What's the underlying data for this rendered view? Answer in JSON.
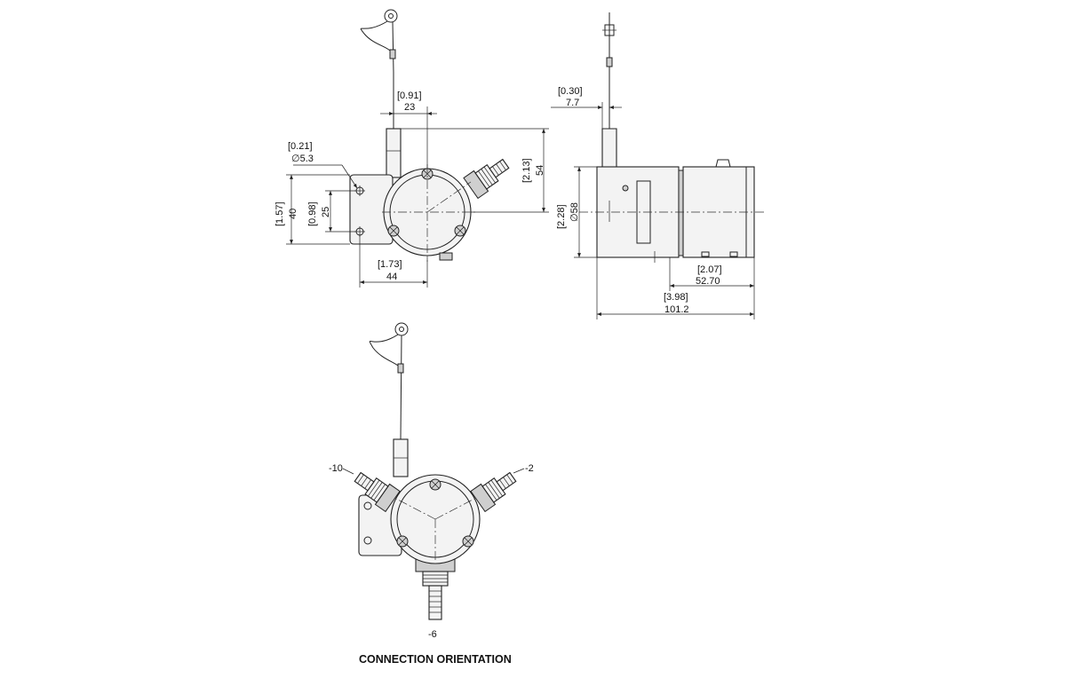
{
  "front_view": {
    "dim_hole": {
      "inch": "[0.21]",
      "mm": "∅5.3"
    },
    "dim_cable_offset": {
      "inch": "[0.91]",
      "mm": "23"
    },
    "dim_height_top": {
      "inch": "[2.13]",
      "mm": "54"
    },
    "dim_bracket_height": {
      "inch": "[1.57]",
      "mm": "40"
    },
    "dim_hole_spacing": {
      "inch": "[0.98]",
      "mm": "25"
    },
    "dim_width": {
      "inch": "[1.73]",
      "mm": "44"
    }
  },
  "side_view": {
    "dim_cable_offset": {
      "inch": "[0.30]",
      "mm": "7.7"
    },
    "dim_diameter": {
      "inch": "[2.28]",
      "mm": "∅58"
    },
    "dim_body_length": {
      "inch": "[2.07]",
      "mm": "52.70"
    },
    "dim_total_length": {
      "inch": "[3.98]",
      "mm": "101.2"
    }
  },
  "connection_view": {
    "label_left": "-10",
    "label_right": "-2",
    "label_bottom": "-6",
    "caption": "CONNECTION ORIENTATION"
  }
}
